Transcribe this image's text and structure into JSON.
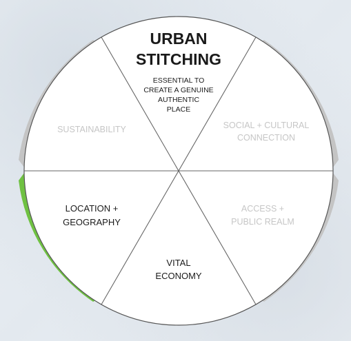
{
  "title": {
    "line1": "URBAN",
    "line2": "STITCHING"
  },
  "subtitle": {
    "line1": "ESSENTIAL TO",
    "line2": "CREATE A GENUINE",
    "line3": "AUTHENTIC",
    "line4": "PLACE"
  },
  "segments": {
    "sustainability": {
      "line1": "SUSTAINABILITY"
    },
    "social": {
      "line1": "SOCIAL + CULTURAL",
      "line2": "CONNECTION"
    },
    "access": {
      "line1": "ACCESS +",
      "line2": "PUBLIC REALM"
    },
    "economy": {
      "line1": "VITAL",
      "line2": "ECONOMY"
    },
    "location": {
      "line1": "LOCATION +",
      "line2": "GEOGRAPHY"
    }
  },
  "colors": {
    "red": "#e42a2f",
    "green": "#6fc142",
    "blue": "#2f9ae4",
    "gray": "#c4c4c4",
    "active_text": "#1a1a1a",
    "inactive_text": "#c6c6c6"
  }
}
